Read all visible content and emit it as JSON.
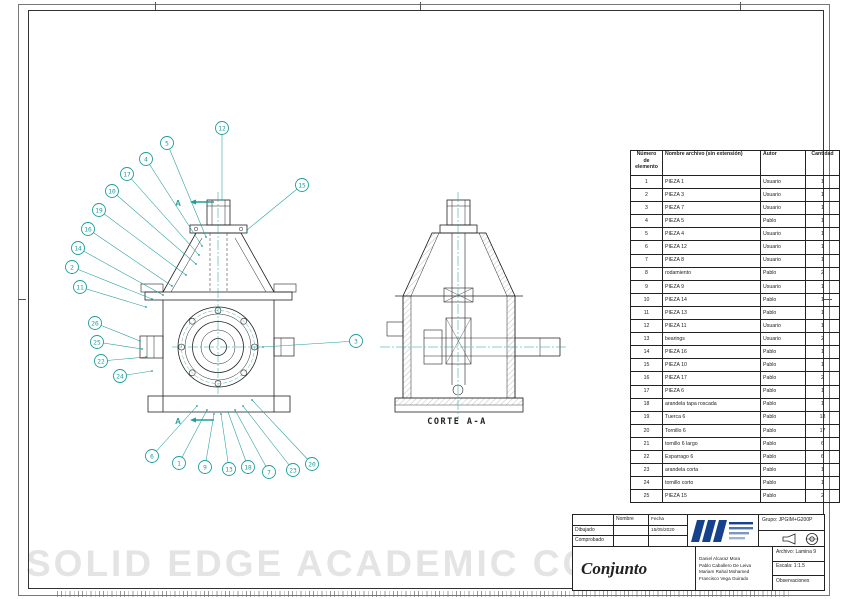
{
  "watermark": "SOLID EDGE ACADEMIC COPY",
  "drawing": {
    "section_label": "A",
    "section_view_title": "CORTE A-A",
    "balloons": [
      "12",
      "5",
      "4",
      "17",
      "10",
      "19",
      "16",
      "14",
      "2",
      "11",
      "26",
      "25",
      "22",
      "24",
      "6",
      "1",
      "9",
      "13",
      "18",
      "7",
      "23",
      "20",
      "3",
      "15"
    ]
  },
  "bom": {
    "headers": [
      "Número de elemento",
      "Nombre archivo (sin extensión)",
      "Autor",
      "Cantidad"
    ],
    "rows": [
      {
        "num": "1",
        "name": "PIEZA 1",
        "author": "Usuario",
        "qty": "1"
      },
      {
        "num": "2",
        "name": "PIEZA 3",
        "author": "Usuario",
        "qty": "1"
      },
      {
        "num": "3",
        "name": "PIEZA 7",
        "author": "Usuario",
        "qty": "1"
      },
      {
        "num": "4",
        "name": "PIEZA 5",
        "author": "Pablo",
        "qty": "1"
      },
      {
        "num": "5",
        "name": "PIEZA 4",
        "author": "Usuario",
        "qty": "1"
      },
      {
        "num": "6",
        "name": "PIEZA 12",
        "author": "Usuario",
        "qty": "1"
      },
      {
        "num": "7",
        "name": "PIEZA 8",
        "author": "Usuario",
        "qty": "1"
      },
      {
        "num": "8",
        "name": "rodamiento",
        "author": "Pablo",
        "qty": "2"
      },
      {
        "num": "9",
        "name": "PIEZA 9",
        "author": "Usuario",
        "qty": "1"
      },
      {
        "num": "10",
        "name": "PIEZA 14",
        "author": "Pablo",
        "qty": "1"
      },
      {
        "num": "11",
        "name": "PIEZA 13",
        "author": "Pablo",
        "qty": "1"
      },
      {
        "num": "12",
        "name": "PIEZA 11",
        "author": "Usuario",
        "qty": "1"
      },
      {
        "num": "13",
        "name": "bearings",
        "author": "Usuario",
        "qty": "2"
      },
      {
        "num": "14",
        "name": "PIEZA 16",
        "author": "Pablo",
        "qty": "1"
      },
      {
        "num": "15",
        "name": "PIEZA 10",
        "author": "Pablo",
        "qty": "1"
      },
      {
        "num": "16",
        "name": "PIEZA 17",
        "author": "Pablo",
        "qty": "2"
      },
      {
        "num": "17",
        "name": "PIEZA 6",
        "author": "Pablo",
        "qty": "1"
      },
      {
        "num": "18",
        "name": "arandela tapa roscada",
        "author": "Pablo",
        "qty": "1"
      },
      {
        "num": "19",
        "name": "Tuerca 6",
        "author": "Pablo",
        "qty": "18"
      },
      {
        "num": "20",
        "name": "Tornillo 6",
        "author": "Pablo",
        "qty": "17"
      },
      {
        "num": "21",
        "name": "tornillo 6 largo",
        "author": "Pablo",
        "qty": "6"
      },
      {
        "num": "22",
        "name": "Esparrago 6",
        "author": "Pablo",
        "qty": "6"
      },
      {
        "num": "23",
        "name": "arandela corta",
        "author": "Pablo",
        "qty": "1"
      },
      {
        "num": "24",
        "name": "tornillo corto",
        "author": "Pablo",
        "qty": "1"
      },
      {
        "num": "25",
        "name": "PIEZA 15",
        "author": "Pablo",
        "qty": "2"
      }
    ]
  },
  "titleblock": {
    "nombre_label": "Nombre",
    "fecha_label": "Fecha",
    "dibujado_label": "Dibujado",
    "comprobado_label": "Comprobado",
    "dibujado_fecha": "15/05/2020",
    "title": "Conjunto",
    "authors": [
      "Daniel Alcaraz Mora",
      "Pablo Caballero De Leiva",
      "Mariam Rahal Mohamed",
      "Francisco Vega Guirado"
    ],
    "grupo": "Grupo: JPGIM+G200P",
    "archivo": "Archivo: Lamina 9",
    "escala": "Escala: 1:1.5",
    "observaciones": "Observaciones"
  },
  "colors": {
    "accent_teal": "#1f9d9a",
    "line_black": "#222222",
    "logo_blue": "#16418c",
    "watermark_gray": "#e4e4e4"
  }
}
